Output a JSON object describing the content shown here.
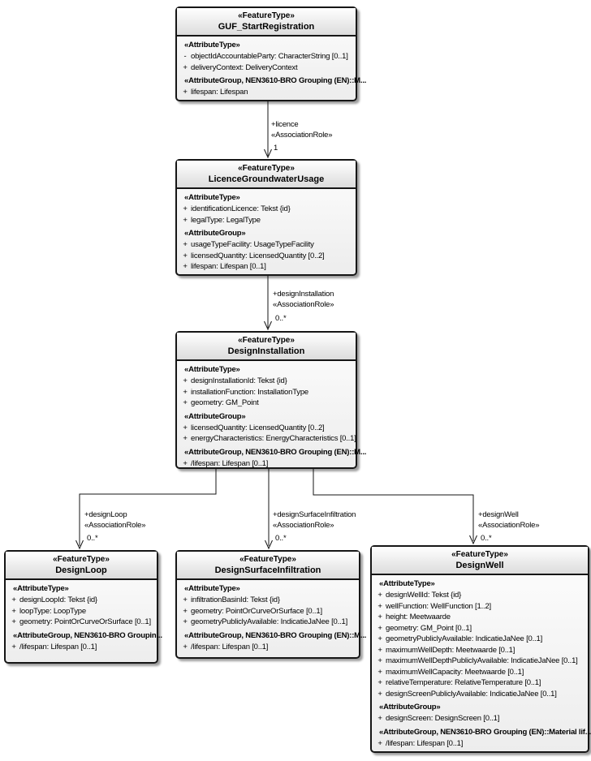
{
  "diagram": {
    "background": "#ffffff",
    "line_color": "#161616",
    "box_border_color": "#161616",
    "title_fill_top": "#ffffff",
    "title_fill_bottom": "#dcdcdc"
  },
  "boxes": [
    {
      "id": "GUF_StartRegistration",
      "stereotype": "«FeatureType»",
      "name": "GUF_StartRegistration",
      "sections": [
        {
          "header": "«AttributeType»",
          "items": [
            {
              "vis": "-",
              "text": "objectIdAccountableParty: CharacterString [0..1]"
            },
            {
              "vis": "+",
              "text": "deliveryContext: DeliveryContext"
            }
          ]
        },
        {
          "header": "«AttributeGroup, NEN3610-BRO Grouping (EN)::M...",
          "items": [
            {
              "vis": "+",
              "text": "lifespan: Lifespan"
            }
          ]
        }
      ]
    },
    {
      "id": "LicenceGroundwaterUsage",
      "stereotype": "«FeatureType»",
      "name": "LicenceGroundwaterUsage",
      "sections": [
        {
          "header": "«AttributeType»",
          "items": [
            {
              "vis": "+",
              "text": "identificationLicence: Tekst {id}"
            },
            {
              "vis": "+",
              "text": "legalType: LegalType"
            }
          ]
        },
        {
          "header": "«AttributeGroup»",
          "items": [
            {
              "vis": "+",
              "text": "usageTypeFacility: UsageTypeFacility"
            },
            {
              "vis": "+",
              "text": "licensedQuantity: LicensedQuantity [0..2]"
            },
            {
              "vis": "+",
              "text": "lifespan: Lifespan [0..1]"
            }
          ]
        }
      ]
    },
    {
      "id": "DesignInstallation",
      "stereotype": "«FeatureType»",
      "name": "DesignInstallation",
      "sections": [
        {
          "header": "«AttributeType»",
          "items": [
            {
              "vis": "+",
              "text": "designInstallationId: Tekst {id}"
            },
            {
              "vis": "+",
              "text": "installationFunction: InstallationType"
            },
            {
              "vis": "+",
              "text": "geometry: GM_Point"
            }
          ]
        },
        {
          "header": "«AttributeGroup»",
          "items": [
            {
              "vis": "+",
              "text": "licensedQuantity: LicensedQuantity [0..2]"
            },
            {
              "vis": "+",
              "text": "energyCharacteristics: EnergyCharacteristics [0..1]"
            }
          ]
        },
        {
          "header": "«AttributeGroup, NEN3610-BRO Grouping (EN)::M...",
          "items": [
            {
              "vis": "+",
              "text": "/lifespan: Lifespan [0..1]"
            }
          ]
        }
      ]
    },
    {
      "id": "DesignLoop",
      "stereotype": "«FeatureType»",
      "name": "DesignLoop",
      "sections": [
        {
          "header": "«AttributeType»",
          "items": [
            {
              "vis": "+",
              "text": "designLoopId: Tekst {id}"
            },
            {
              "vis": "+",
              "text": "loopType: LoopType"
            },
            {
              "vis": "+",
              "text": "geometry: PointOrCurveOrSurface [0..1]"
            }
          ]
        },
        {
          "header": "«AttributeGroup, NEN3610-BRO Groupin...",
          "items": [
            {
              "vis": "+",
              "text": "/lifespan: Lifespan [0..1]"
            }
          ]
        }
      ]
    },
    {
      "id": "DesignSurfaceInfiltration",
      "stereotype": "«FeatureType»",
      "name": "DesignSurfaceInfiltration",
      "sections": [
        {
          "header": "«AttributeType»",
          "items": [
            {
              "vis": "+",
              "text": "infiltrationBasinId: Tekst {id}"
            },
            {
              "vis": "+",
              "text": "geometry: PointOrCurveOrSurface [0..1]"
            },
            {
              "vis": "+",
              "text": "geometryPubliclyAvailable: IndicatieJaNee [0..1]"
            }
          ]
        },
        {
          "header": "«AttributeGroup, NEN3610-BRO Grouping (EN)::M...",
          "items": [
            {
              "vis": "+",
              "text": "/lifespan: Lifespan [0..1]"
            }
          ]
        }
      ]
    },
    {
      "id": "DesignWell",
      "stereotype": "«FeatureType»",
      "name": "DesignWell",
      "sections": [
        {
          "header": "«AttributeType»",
          "items": [
            {
              "vis": "+",
              "text": "designWellId: Tekst {id}"
            },
            {
              "vis": "+",
              "text": "wellFunction: WellFunction [1..2]"
            },
            {
              "vis": "+",
              "text": "height: Meetwaarde"
            },
            {
              "vis": "+",
              "text": "geometry: GM_Point [0..1]"
            },
            {
              "vis": "+",
              "text": "geometryPubliclyAvailable: IndicatieJaNee [0..1]"
            },
            {
              "vis": "+",
              "text": "maximumWellDepth: Meetwaarde [0..1]"
            },
            {
              "vis": "+",
              "text": "maximumWellDepthPubliclyAvailable: IndicatieJaNee [0..1]"
            },
            {
              "vis": "+",
              "text": "maximumWellCapacity: Meetwaarde [0..1]"
            },
            {
              "vis": "+",
              "text": "relativeTemperature: RelativeTemperature [0..1]"
            },
            {
              "vis": "+",
              "text": "designScreenPubliclyAvailable: IndicatieJaNee [0..1]"
            }
          ]
        },
        {
          "header": "«AttributeGroup»",
          "items": [
            {
              "vis": "+",
              "text": "designScreen: DesignScreen [0..1]"
            }
          ]
        },
        {
          "header": "«AttributeGroup, NEN3610-BRO Grouping (EN)::Material lif...",
          "items": [
            {
              "vis": "+",
              "text": "/lifespan: Lifespan [0..1]"
            }
          ]
        }
      ]
    }
  ],
  "connectors": [
    {
      "label": "+licence",
      "stereotype": "«AssociationRole»",
      "multiplicity": "1"
    },
    {
      "label": "+designInstallation",
      "stereotype": "«AssociationRole»",
      "multiplicity": "0..*"
    },
    {
      "label": "+designLoop",
      "stereotype": "«AssociationRole»",
      "multiplicity": "0..*"
    },
    {
      "label": "+designSurfaceInfiltration",
      "stereotype": "«AssociationRole»",
      "multiplicity": "0..*"
    },
    {
      "label": "+designWell",
      "stereotype": "«AssociationRole»",
      "multiplicity": "0..*"
    }
  ]
}
